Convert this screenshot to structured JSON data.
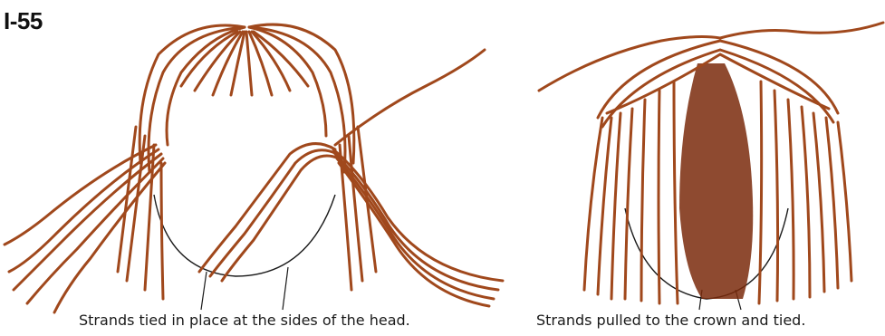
{
  "figure": {
    "label": "I-55"
  },
  "panels": [
    {
      "caption": "Strands tied in place at the sides of the head."
    },
    {
      "caption": "Strands pulled to the crown and tied."
    }
  ],
  "colors": {
    "hair": "#a0481c",
    "hair_dark": "#7a2a0c",
    "outline": "#1a1a1a"
  }
}
